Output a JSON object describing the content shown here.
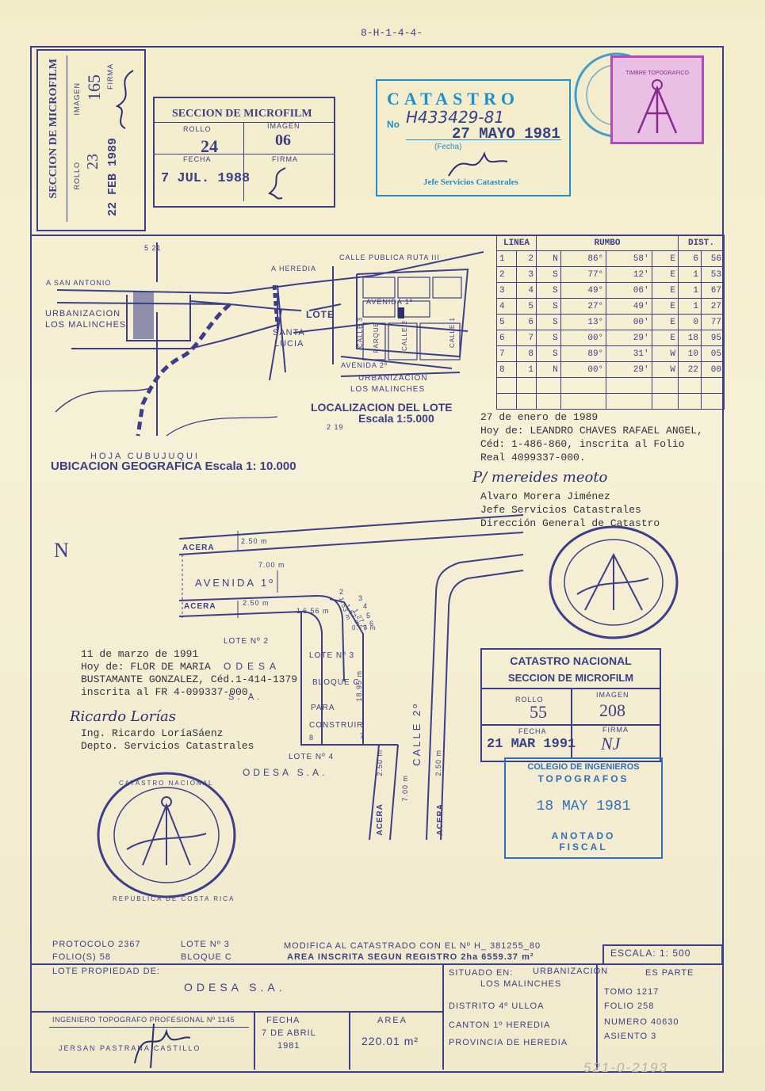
{
  "top_code": "8-H-1-4-4-",
  "microfilm_vertical": {
    "title": "SECCION DE MICROFILM",
    "imagen_label": "IMAGEN",
    "imagen": "165",
    "rollo_label": "ROLLO",
    "rollo": "23",
    "fecha": "22 FEB 1989",
    "firma_label": "FIRMA"
  },
  "microfilm_1988": {
    "title": "SECCION DE MICROFILM",
    "rollo_label": "ROLLO",
    "imagen_label": "IMAGEN",
    "rollo": "24",
    "imagen": "06",
    "fecha_label": "FECHA",
    "firma_label": "FIRMA",
    "fecha": "7 JUL. 1988"
  },
  "catastro_stamp": {
    "title": "CATASTRO",
    "no_label": "No",
    "numero": "H433429-81",
    "fecha": "27 MAYO 1981",
    "fecha_label": "(Fecha)",
    "firma": "Jefe Servicios Catastrales"
  },
  "timbre": "TIMBRE TOPOGRAFICO",
  "rumbo_table": {
    "headers": [
      "LINEA",
      "RUMBO",
      "DIST."
    ],
    "rows": [
      [
        "1",
        "2",
        "N",
        "86°",
        "58'",
        "E",
        "6",
        "56"
      ],
      [
        "2",
        "3",
        "S",
        "77°",
        "12'",
        "E",
        "1",
        "53"
      ],
      [
        "3",
        "4",
        "S",
        "49°",
        "06'",
        "E",
        "1",
        "67"
      ],
      [
        "4",
        "5",
        "S",
        "27°",
        "49'",
        "E",
        "1",
        "27"
      ],
      [
        "5",
        "6",
        "S",
        "13°",
        "00'",
        "E",
        "0",
        "77"
      ],
      [
        "6",
        "7",
        "S",
        "00°",
        "29'",
        "E",
        "18",
        "95"
      ],
      [
        "7",
        "8",
        "S",
        "89°",
        "31'",
        "W",
        "10",
        "05"
      ],
      [
        "8",
        "1",
        "N",
        "00°",
        "29'",
        "W",
        "22",
        "00"
      ]
    ]
  },
  "map_geo": {
    "label_sanantonio": "A SAN ANTONIO",
    "label_heredia": "A HEREDIA",
    "label_urbanizacion": "URBANIZACION",
    "label_malinches": "LOS MALINCHES",
    "label_lote": "LOTE",
    "label_santa": "SANTA",
    "label_lucia": "LUCIA",
    "label_calle_publica": "CALLE PUBLICA RUTA III",
    "label_avenida1": "AVENIDA 1º",
    "label_avenida2": "AVENIDA 2º",
    "label_urb2": "URBANIZACION",
    "label_malinches2": "LOS MALINCHES",
    "label_parque": "PARQUE",
    "label_calle3": "CALLE 3",
    "label_calle2": "CALLE 2",
    "label_calle1": "CALLE 1",
    "grid_521": "5 21",
    "grid_219": "2 19",
    "hoja": "HOJA CUBUJUQUI",
    "ubicacion": "UBICACION GEOGRAFICA Escala 1: 10.000",
    "localizacion": "LOCALIZACION DEL LOTE",
    "escala": "Escala 1:5.000"
  },
  "note_1989": {
    "line1": "27 de enero de 1989",
    "line2": "Hoy de: LEANDRO CHAVES RAFAEL ANGEL,",
    "line3": "Céd: 1-486-860, inscrita al Folio",
    "line4": "Real 4099337-000.",
    "signature": "P/ mereides meoto",
    "name": "Alvaro Morera Jiménez",
    "role": "Jefe Servicios Catastrales",
    "dept": "Dirección General de Catastro"
  },
  "north": "N",
  "plan": {
    "acera_top": "ACERA",
    "d250_top": "2.50 m",
    "d700": "7.00 m",
    "avenida": "AVENIDA 1º",
    "acera_mid": "ACERA",
    "d250_mid": "2.50 m",
    "d656": "6.56 m",
    "d153": "1.53 m",
    "d167": "1.67 m",
    "d127": "1.27 m",
    "d077": "0.77 m",
    "lote2": "LOTE Nº 2",
    "odesa1": "ODESA",
    "sa1": "S. A.",
    "lote3": "LOTE Nº 3",
    "bloque": "BLOQUE C",
    "para": "PARA",
    "construir": "CONSTRUIR",
    "d1895": "18.95 m",
    "lote4": "LOTE Nº 4",
    "odesa2": "ODESA S.A.",
    "acera_left": "ACERA",
    "d250_left": "2.50 m",
    "calle2": "CALLE 2º",
    "d700b": "7.00 m",
    "d250_right": "2.50 m",
    "acera_right": "ACERA",
    "p1": "1",
    "p2": "2",
    "p3": "3",
    "p4": "4",
    "p5": "5",
    "p6": "6",
    "p7": "7",
    "p8": "8"
  },
  "note_1991": {
    "line1": "11 de marzo de 1991",
    "line2": "Hoy de: FLOR DE MARIA",
    "line3": "BUSTAMANTE GONZALEZ, Céd.1-414-1379",
    "line4": "inscrita al FR 4-099337-000.",
    "signature": "Ricardo Lorías",
    "name": "Ing. Ricardo LoríaSáenz",
    "dept": "Depto. Servicios Catastrales"
  },
  "catastro_nacional": {
    "title1": "CATASTRO NACIONAL",
    "title2": "SECCION DE MICROFILM",
    "rollo_label": "ROLLO",
    "imagen_label": "IMAGEN",
    "rollo": "55",
    "imagen": "208",
    "fecha_label": "FECHA",
    "firma_label": "FIRMA",
    "fecha": "21 MAR 1991",
    "firma": "NJ"
  },
  "colegio": {
    "line1": "COLEGIO DE INGENIEROS",
    "line2": "TOPOGRAFOS",
    "fecha": "18 MAY 1981",
    "anotado": "ANOTADO",
    "fiscal": "FISCAL"
  },
  "seal": {
    "top": "CATASTRO NACIONAL",
    "bottom": "REPUBLICA DE COSTA RICA"
  },
  "footer": {
    "protocolo": "PROTOCOLO 2367",
    "folio": "FOLIO(S) 58",
    "lote": "LOTE Nº 3",
    "bloque": "BLOQUE C",
    "modifica": "MODIFICA AL CATASTRADO CON EL Nº H_ 381255_80",
    "area_reg": "AREA INSCRITA SEGUN REGISTRO 2ha 6559.37 m²",
    "escala": "ESCALA: 1: 500",
    "lote_prop_label": "LOTE PROPIEDAD DE:",
    "propietario": "ODESA S.A.",
    "situado_label": "SITUADO EN:",
    "situado1": "URBANIZACION",
    "situado2": "LOS MALINCHES",
    "distrito": "DISTRITO 4º ULLOA",
    "canton": "CANTON 1º HEREDIA",
    "provincia": "PROVINCIA DE HEREDIA",
    "es_parte": "ES PARTE",
    "tomo": "TOMO 1217",
    "folio2": "FOLIO 258",
    "numero": "NUMERO 40630",
    "asiento": "ASIENTO 3",
    "ingeniero": "INGENIERO TOPOGRAFO PROFESIONAL Nº 1145",
    "ing_nombre": "JERSAN PASTRANA CASTILLO",
    "fecha_label": "FECHA",
    "fecha1": "7 DE ABRIL",
    "fecha2": "1981",
    "area_label": "AREA",
    "area": "220.01 m²"
  },
  "bottom_code": "521-0-2193"
}
